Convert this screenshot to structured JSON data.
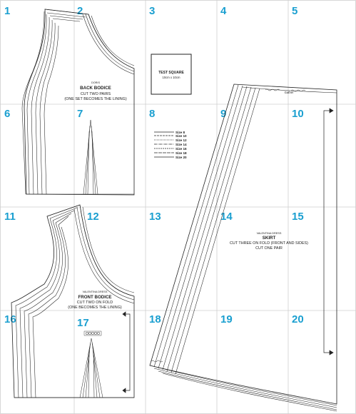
{
  "colors": {
    "page_number": "#1a9fd0",
    "grid_line": "#cfcfcf",
    "pattern_line": "#222222",
    "background": "#ffffff"
  },
  "page_numbers": [
    "1",
    "2",
    "3",
    "4",
    "5",
    "6",
    "7",
    "8",
    "9",
    "10",
    "11",
    "12",
    "13",
    "14",
    "15",
    "16",
    "17",
    "18",
    "19",
    "20"
  ],
  "test_square": {
    "title": "TEST SQUARE",
    "dimensions": "10cm x 10cm"
  },
  "size_legend": [
    "Size 8",
    "Size 10",
    "Size 12",
    "Size 14",
    "Size 16",
    "Size 18",
    "Size 20"
  ],
  "back_bodice": {
    "name": "DORIS",
    "title": "BACK BODICE",
    "line1": "CUT TWO PAIRS",
    "line2": "(ONE SET BECOMES THE LINING)"
  },
  "front_bodice": {
    "name": "VALENTINA DRESS",
    "title": "FRONT BODICE",
    "line1": "CUT TWO ON FOLD",
    "line2": "(ONE BECOMES THE LINING)"
  },
  "skirt": {
    "name": "VALENTINA DRESS",
    "title": "SKIRT",
    "line1": "CUT THREE ON FOLD (FRONT AND SIDES)",
    "line2": "CUT ONE PAIR",
    "gather_label": "Gather"
  }
}
